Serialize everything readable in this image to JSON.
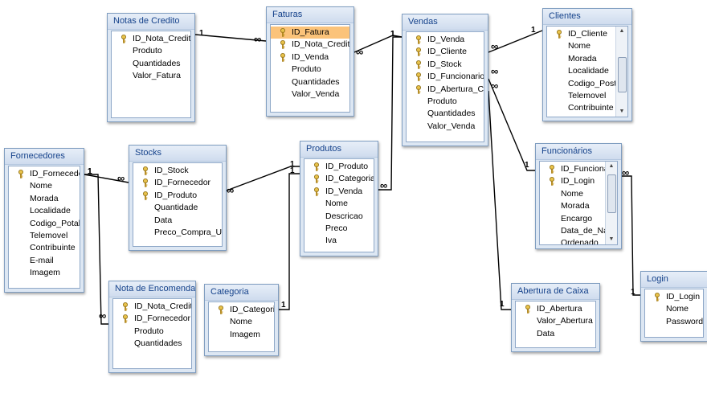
{
  "tables": [
    {
      "id": "notas_credito",
      "title": "Notas de Credito",
      "fields": [
        {
          "name": "ID_Nota_Credito",
          "key": true
        },
        {
          "name": "Produto"
        },
        {
          "name": "Quantidades"
        },
        {
          "name": "Valor_Fatura"
        }
      ]
    },
    {
      "id": "faturas",
      "title": "Faturas",
      "fields": [
        {
          "name": "ID_Fatura",
          "key": true,
          "selected": true
        },
        {
          "name": "ID_Nota_Credito",
          "key": true
        },
        {
          "name": "ID_Venda",
          "key": true
        },
        {
          "name": "Produto"
        },
        {
          "name": "Quantidades"
        },
        {
          "name": "Valor_Venda"
        }
      ]
    },
    {
      "id": "vendas",
      "title": "Vendas",
      "fields": [
        {
          "name": "ID_Venda",
          "key": true
        },
        {
          "name": "ID_Cliente",
          "key": true
        },
        {
          "name": "ID_Stock",
          "key": true
        },
        {
          "name": "ID_Funcionario",
          "key": true
        },
        {
          "name": "ID_Abertura_Caixa",
          "key": true
        },
        {
          "name": "Produto"
        },
        {
          "name": "Quantidades"
        },
        {
          "name": "Valor_Venda"
        }
      ]
    },
    {
      "id": "clientes",
      "title": "Clientes",
      "fields": [
        {
          "name": "ID_Cliente",
          "key": true
        },
        {
          "name": "Nome"
        },
        {
          "name": "Morada"
        },
        {
          "name": "Localidade"
        },
        {
          "name": "Codigo_Postal"
        },
        {
          "name": "Telemovel"
        },
        {
          "name": "Contribuinte"
        }
      ]
    },
    {
      "id": "fornecedores",
      "title": "Fornecedores",
      "fields": [
        {
          "name": "ID_Fornecedor",
          "key": true
        },
        {
          "name": "Nome"
        },
        {
          "name": "Morada"
        },
        {
          "name": "Localidade"
        },
        {
          "name": "Codigo_Potal"
        },
        {
          "name": "Telemovel"
        },
        {
          "name": "Contribuinte"
        },
        {
          "name": "E-mail"
        },
        {
          "name": "Imagem"
        }
      ]
    },
    {
      "id": "stocks",
      "title": "Stocks",
      "fields": [
        {
          "name": "ID_Stock",
          "key": true
        },
        {
          "name": "ID_Fornecedor",
          "key": true
        },
        {
          "name": "ID_Produto",
          "key": true
        },
        {
          "name": "Quantidade"
        },
        {
          "name": "Data"
        },
        {
          "name": "Preco_Compra_Und"
        }
      ]
    },
    {
      "id": "produtos",
      "title": "Produtos",
      "fields": [
        {
          "name": "ID_Produto",
          "key": true
        },
        {
          "name": "ID_Categoria",
          "key": true
        },
        {
          "name": "ID_Venda",
          "key": true
        },
        {
          "name": "Nome"
        },
        {
          "name": "Descricao"
        },
        {
          "name": "Preco"
        },
        {
          "name": "Iva"
        }
      ]
    },
    {
      "id": "funcionarios",
      "title": "Funcionários",
      "fields": [
        {
          "name": "ID_Funcionario",
          "key": true
        },
        {
          "name": "ID_Login",
          "key": true
        },
        {
          "name": "Nome"
        },
        {
          "name": "Morada"
        },
        {
          "name": "Encargo"
        },
        {
          "name": "Data_de_Nascim"
        },
        {
          "name": "Ordenado"
        }
      ]
    },
    {
      "id": "nota_encomenda",
      "title": "Nota de Encomenda",
      "fields": [
        {
          "name": "ID_Nota_Credito",
          "key": true
        },
        {
          "name": "ID_Fornecedor",
          "key": true
        },
        {
          "name": "Produto"
        },
        {
          "name": "Quantidades"
        }
      ]
    },
    {
      "id": "categoria",
      "title": "Categoria",
      "fields": [
        {
          "name": "ID_Categoria",
          "key": true
        },
        {
          "name": "Nome"
        },
        {
          "name": "Imagem"
        }
      ]
    },
    {
      "id": "abertura_caixa",
      "title": "Abertura de Caixa",
      "fields": [
        {
          "name": "ID_Abertura",
          "key": true
        },
        {
          "name": "Valor_Abertura"
        },
        {
          "name": "Data"
        }
      ]
    },
    {
      "id": "login",
      "title": "Login",
      "fields": [
        {
          "name": "ID_Login",
          "key": true
        },
        {
          "name": "Nome"
        },
        {
          "name": "Password"
        }
      ]
    }
  ],
  "relationships": [
    {
      "from": "notas_credito",
      "to": "faturas",
      "from_card": "1",
      "to_card": "∞"
    },
    {
      "from": "faturas",
      "to": "vendas",
      "from_card": "∞",
      "to_card": "1"
    },
    {
      "from": "vendas",
      "to": "clientes",
      "from_card": "∞",
      "to_card": "1"
    },
    {
      "from": "vendas",
      "to": "funcionarios",
      "from_card": "∞",
      "to_card": "1"
    },
    {
      "from": "vendas",
      "to": "abertura_caixa",
      "from_card": "∞",
      "to_card": "1"
    },
    {
      "from": "produtos",
      "to": "vendas",
      "from_card": "∞",
      "to_card": "1"
    },
    {
      "from": "fornecedores",
      "to": "stocks",
      "from_card": "1",
      "to_card": "∞"
    },
    {
      "from": "fornecedores",
      "to": "nota_encomenda",
      "from_card": "1",
      "to_card": "∞"
    },
    {
      "from": "stocks",
      "to": "produtos",
      "from_card": "∞",
      "to_card": "1"
    },
    {
      "from": "categoria",
      "to": "produtos",
      "from_card": "1",
      "to_card": "1"
    },
    {
      "from": "funcionarios",
      "to": "login",
      "from_card": "∞",
      "to_card": "1"
    }
  ]
}
